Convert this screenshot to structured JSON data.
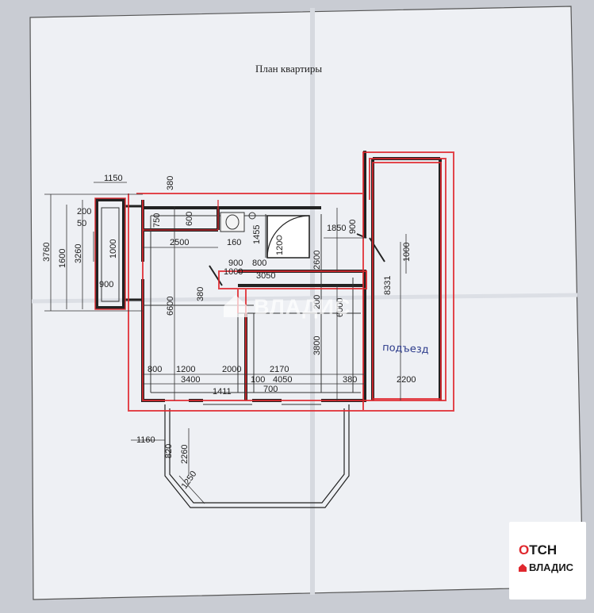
{
  "plan": {
    "title": "План квартиры",
    "handwritten_label": "подъезд",
    "watermark": "ВЛАДИС",
    "dimensions": [
      "1150",
      "380",
      "200",
      "50",
      "3760",
      "1600",
      "3260",
      "1000",
      "900",
      "750",
      "600",
      "2500",
      "160",
      "1455",
      "120",
      "1850",
      "900",
      "1000",
      "900",
      "800",
      "1000",
      "3050",
      "2600",
      "8331",
      "380",
      "6600",
      "200",
      "6000",
      "3800",
      "800",
      "1200",
      "2000",
      "2170",
      "3400",
      "100",
      "4050",
      "380",
      "2200",
      "1411",
      "700",
      "1160",
      "820",
      "2260",
      "1250"
    ]
  },
  "logo": {
    "line1_prefix": "Т",
    "line1_suffix": "СН",
    "line1_mark": "O",
    "line2": "ВЛАДИС"
  },
  "colors": {
    "paper": "#eef0f4",
    "wall_highlight": "#e0282e",
    "ink": "#1c1c1c",
    "handwriting": "#2b3a8a"
  }
}
